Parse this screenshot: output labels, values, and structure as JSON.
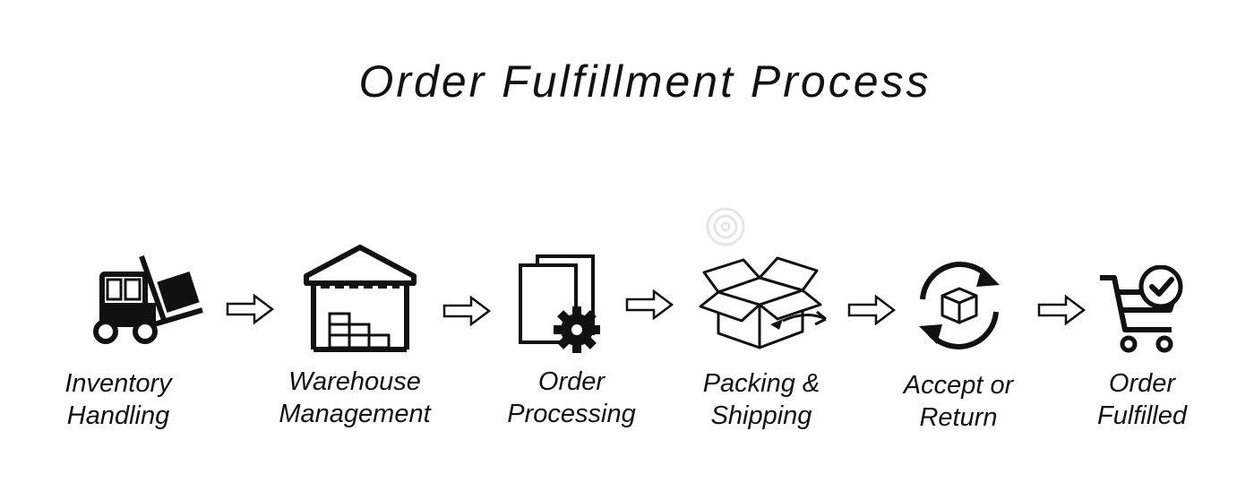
{
  "title": "Order Fulfillment Process",
  "steps": [
    {
      "icon": "forklift-icon",
      "line1": "Inventory",
      "line2": "Handling"
    },
    {
      "icon": "warehouse-icon",
      "line1": "Warehouse",
      "line2": "Management"
    },
    {
      "icon": "document-gear-icon",
      "line1": "Order",
      "line2": "Processing"
    },
    {
      "icon": "open-box-icon",
      "line1": "Packing &",
      "line2": "Shipping"
    },
    {
      "icon": "cycle-box-icon",
      "line1": "Accept or",
      "line2": "Return"
    },
    {
      "icon": "cart-check-icon",
      "line1": "Order",
      "line2": "Fulfilled"
    }
  ],
  "connector_icon": "hollow-right-arrow-icon",
  "colors": {
    "ink": "#111111",
    "background": "#ffffff",
    "watermark": "#e6e6e6"
  }
}
